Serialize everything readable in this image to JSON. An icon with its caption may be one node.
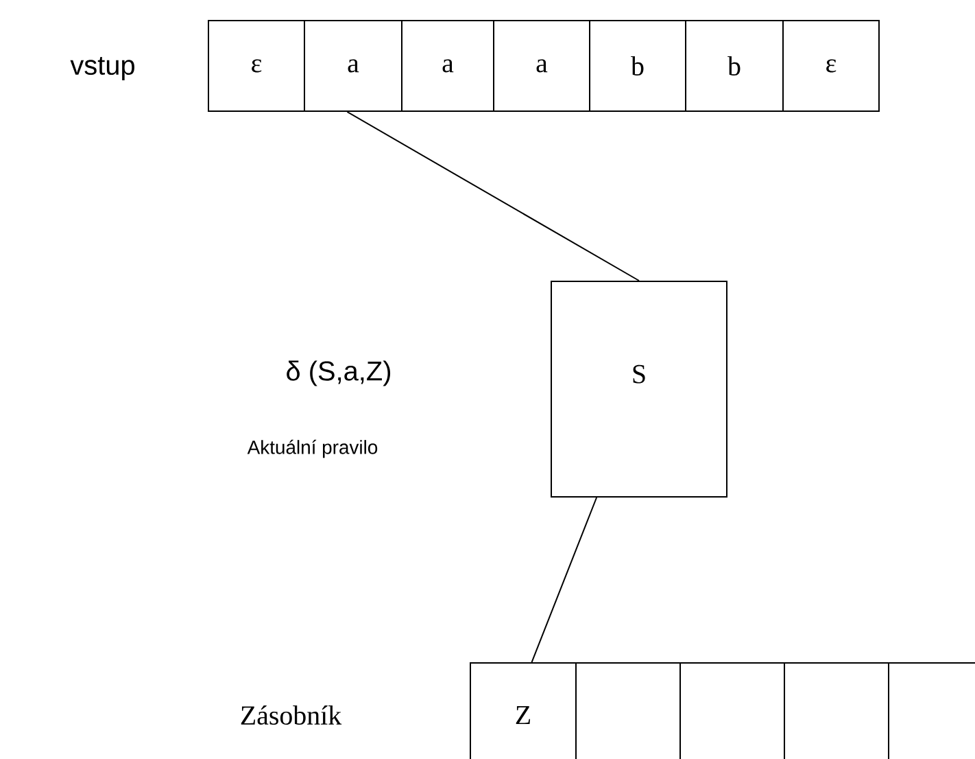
{
  "diagram": {
    "nodes": [
      {
        "text": [
          "ε"
        ]
      },
      {
        "text": [
          "a"
        ]
      },
      {
        "text": [
          "a"
        ]
      },
      {
        "text": [
          "a"
        ]
      },
      {
        "text": [
          "b"
        ]
      },
      {
        "text": [
          "b"
        ]
      },
      {
        "text": [
          "ε"
        ]
      },
      {
        "text": [
          "S"
        ]
      },
      {
        "text": [
          "Z"
        ]
      },
      {
        "text": [],
        "shape": "box"
      },
      {
        "text": [],
        "shape": "box"
      },
      {
        "text": [],
        "shape": "box"
      },
      {
        "text": [],
        "shape": "box"
      }
    ],
    "edges": [
      {
        "from": 1,
        "to": 7,
        "arrow": "none"
      },
      {
        "from": 7,
        "to": 8,
        "arrow": "none"
      }
    ],
    "labels": [
      "vstup",
      "δ (S,a,Z)",
      "Aktuální pravilo",
      "Zásobník"
    ]
  }
}
